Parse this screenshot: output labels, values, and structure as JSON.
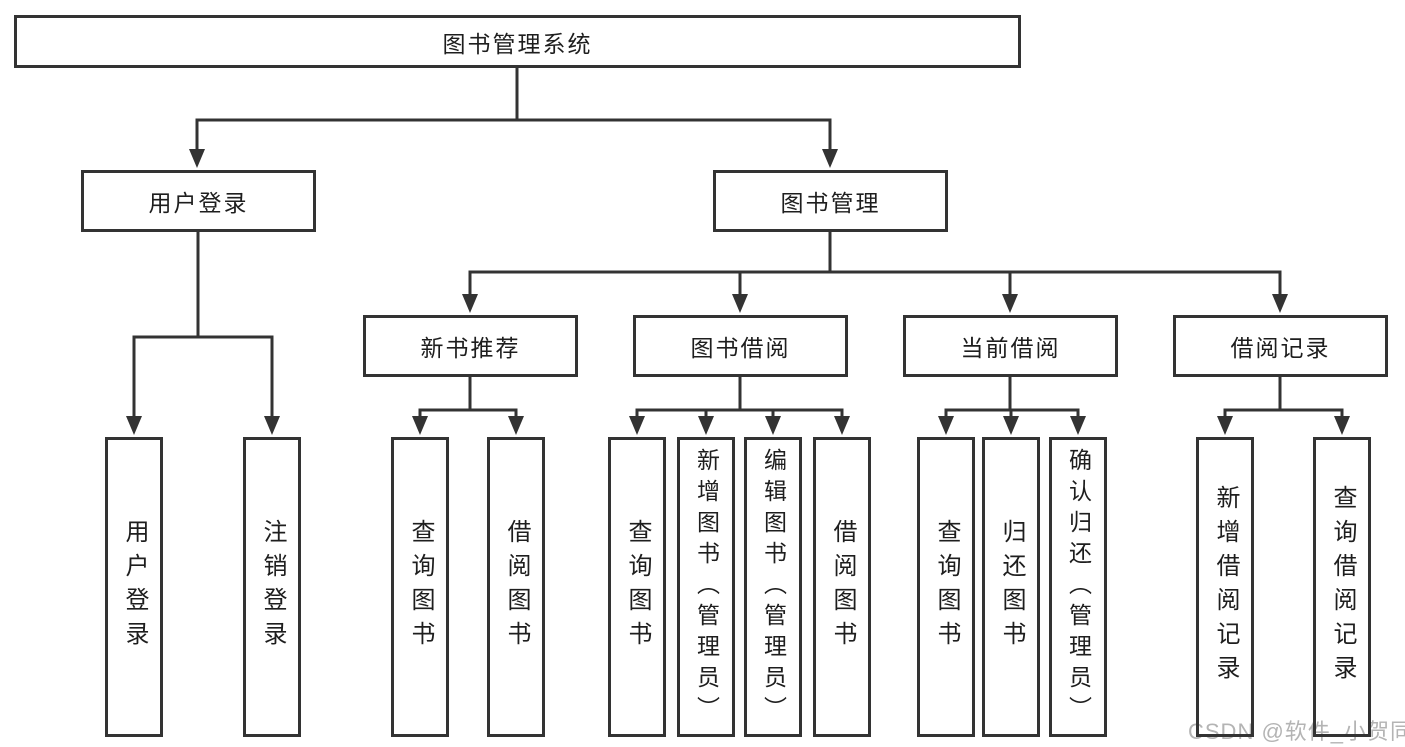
{
  "colors": {
    "line": "#333333",
    "box_border": "#333333",
    "text": "#1e1e1e",
    "background": "#ffffff",
    "watermark": "#b4b4b4"
  },
  "watermark": {
    "text": "CSDN @软件_小贺同学"
  },
  "tree": {
    "root": {
      "label": "图书管理系统"
    },
    "branches": [
      {
        "label": "用户登录",
        "leaves": [
          {
            "label": "用户登录"
          },
          {
            "label": "注销登录"
          }
        ]
      },
      {
        "label": "图书管理",
        "groups": [
          {
            "label": "新书推荐",
            "leaves": [
              {
                "label": "查询图书"
              },
              {
                "label": "借阅图书"
              }
            ]
          },
          {
            "label": "图书借阅",
            "leaves": [
              {
                "label": "查询图书"
              },
              {
                "label": "新增图书（管理员）"
              },
              {
                "label": "编辑图书（管理员）"
              },
              {
                "label": "借阅图书"
              }
            ]
          },
          {
            "label": "当前借阅",
            "leaves": [
              {
                "label": "查询图书"
              },
              {
                "label": "归还图书"
              },
              {
                "label": "确认归还（管理员）"
              }
            ]
          },
          {
            "label": "借阅记录",
            "leaves": [
              {
                "label": "新增借阅记录"
              },
              {
                "label": "查询借阅记录"
              }
            ]
          }
        ]
      }
    ]
  }
}
